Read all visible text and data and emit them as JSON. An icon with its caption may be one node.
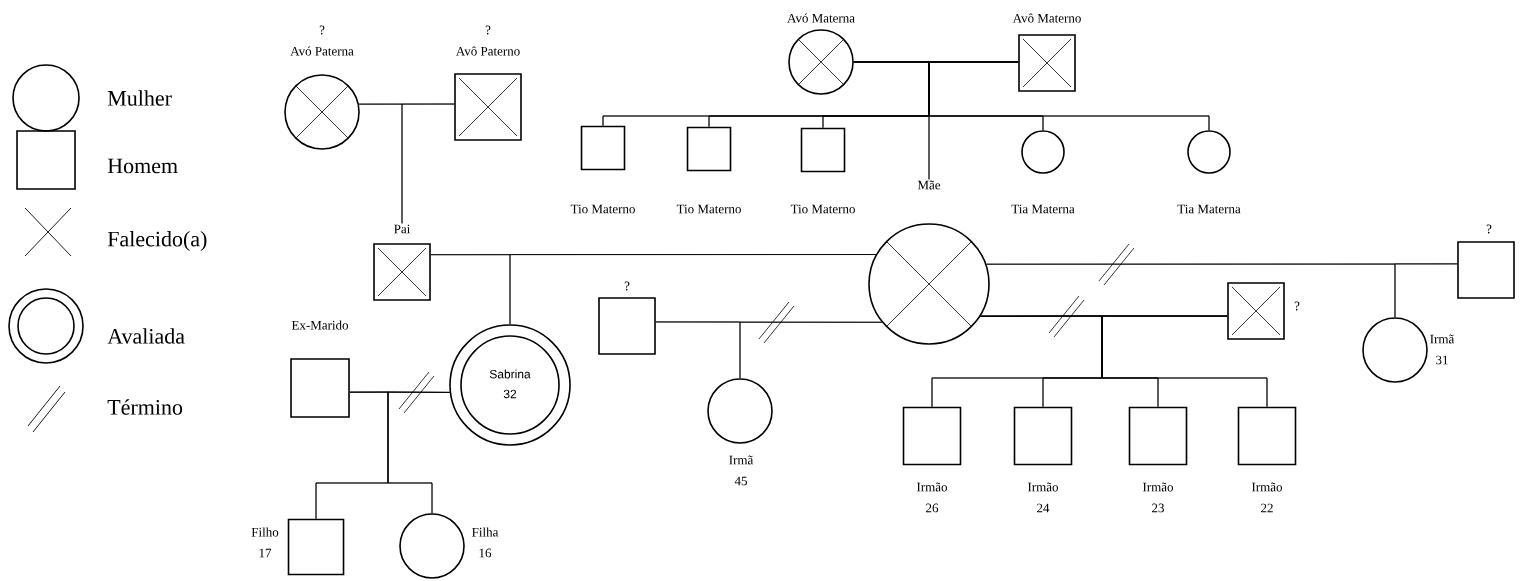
{
  "diagram": {
    "nodes": [
      {
        "text": [
          "?",
          "Avó Paterna"
        ]
      },
      {
        "text": [
          "?",
          "Avô Paterno"
        ]
      },
      {
        "text": [
          "Avó Materna"
        ]
      },
      {
        "text": [
          "Avô Materno"
        ]
      },
      {
        "text": [
          "Tio Materno"
        ]
      },
      {
        "text": [
          "Tio Materno"
        ]
      },
      {
        "text": [
          "Tio Materno"
        ]
      },
      {
        "text": [
          "Tia Materna"
        ]
      },
      {
        "text": [
          "Tia Materna"
        ]
      },
      {
        "text": [
          "Pai"
        ]
      },
      {
        "text": [
          "Mãe"
        ]
      },
      {
        "text": [
          "?"
        ]
      },
      {
        "text": [
          "?"
        ]
      },
      {
        "text": [
          "?"
        ]
      },
      {
        "text": [
          "Ex-Marido"
        ]
      },
      {
        "text": [
          "Sabrina",
          "32"
        ]
      },
      {
        "text": [
          "Irmã",
          "45"
        ]
      },
      {
        "text": [
          "Irmão",
          "26"
        ]
      },
      {
        "text": [
          "Irmão",
          "24"
        ]
      },
      {
        "text": [
          "Irmão",
          "23"
        ]
      },
      {
        "text": [
          "Irmão",
          "22"
        ]
      },
      {
        "text": [
          "Irmã",
          "31"
        ]
      },
      {
        "text": [
          "Filho",
          "17"
        ]
      },
      {
        "text": [
          "Filha",
          "16"
        ]
      }
    ],
    "edges": [
      {
        "from": 0,
        "to": 1,
        "arrow": "none"
      },
      {
        "from": 0,
        "to": 9,
        "arrow": "none"
      },
      {
        "from": 1,
        "to": 9,
        "arrow": "none"
      },
      {
        "from": 2,
        "to": 3,
        "arrow": "none"
      },
      {
        "from": 2,
        "to": 4,
        "arrow": "none"
      },
      {
        "from": 3,
        "to": 4,
        "arrow": "none"
      },
      {
        "from": 2,
        "to": 5,
        "arrow": "none"
      },
      {
        "from": 3,
        "to": 5,
        "arrow": "none"
      },
      {
        "from": 2,
        "to": 6,
        "arrow": "none"
      },
      {
        "from": 3,
        "to": 6,
        "arrow": "none"
      },
      {
        "from": 2,
        "to": 10,
        "arrow": "none"
      },
      {
        "from": 3,
        "to": 10,
        "arrow": "none"
      },
      {
        "from": 2,
        "to": 7,
        "arrow": "none"
      },
      {
        "from": 3,
        "to": 7,
        "arrow": "none"
      },
      {
        "from": 2,
        "to": 8,
        "arrow": "none"
      },
      {
        "from": 3,
        "to": 8,
        "arrow": "none"
      },
      {
        "from": 9,
        "to": 10,
        "arrow": "none"
      },
      {
        "from": 9,
        "to": 15,
        "arrow": "none"
      },
      {
        "from": 10,
        "to": 15,
        "arrow": "none"
      },
      {
        "from": 10,
        "to": 11,
        "arrow": "none"
      },
      {
        "from": 10,
        "to": 21,
        "arrow": "none"
      },
      {
        "from": 11,
        "to": 21,
        "arrow": "none"
      },
      {
        "from": 12,
        "to": 10,
        "arrow": "none"
      },
      {
        "from": 12,
        "to": 16,
        "arrow": "none"
      },
      {
        "from": 10,
        "to": 16,
        "arrow": "none"
      },
      {
        "from": 10,
        "to": 13,
        "arrow": "none"
      },
      {
        "from": 10,
        "to": 17,
        "arrow": "none"
      },
      {
        "from": 13,
        "to": 17,
        "arrow": "none"
      },
      {
        "from": 10,
        "to": 18,
        "arrow": "none"
      },
      {
        "from": 13,
        "to": 18,
        "arrow": "none"
      },
      {
        "from": 10,
        "to": 19,
        "arrow": "none"
      },
      {
        "from": 13,
        "to": 19,
        "arrow": "none"
      },
      {
        "from": 10,
        "to": 20,
        "arrow": "none"
      },
      {
        "from": 13,
        "to": 20,
        "arrow": "none"
      },
      {
        "from": 14,
        "to": 15,
        "arrow": "none"
      },
      {
        "from": 14,
        "to": 22,
        "arrow": "none"
      },
      {
        "from": 15,
        "to": 22,
        "arrow": "none"
      },
      {
        "from": 14,
        "to": 23,
        "arrow": "none"
      },
      {
        "from": 15,
        "to": 23,
        "arrow": "none"
      }
    ],
    "legend": [
      {
        "text": "Mulher"
      },
      {
        "text": "Homem"
      },
      {
        "text": "Falecido(a)"
      },
      {
        "text": "Avaliada"
      },
      {
        "text": "Término"
      }
    ]
  }
}
